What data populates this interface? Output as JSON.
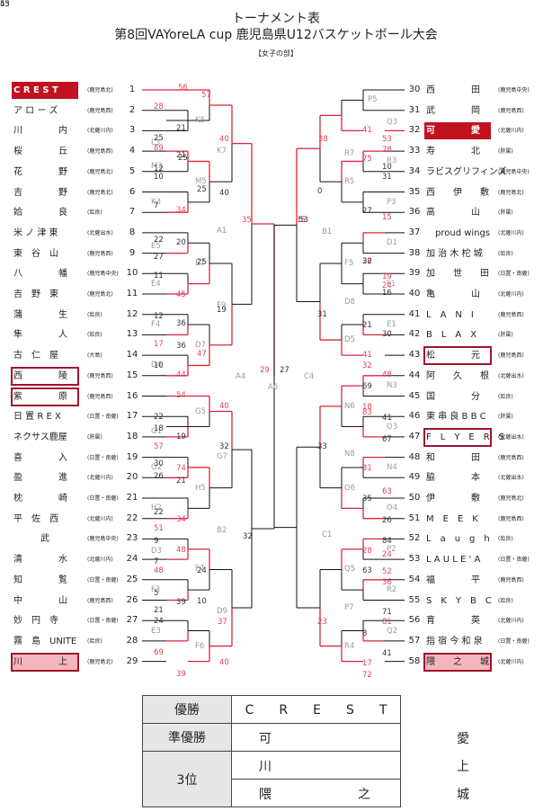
{
  "title": "トーナメント表",
  "subtitle": "第8回VAYoreLA cup 鹿児島県U12バスケットボール大会",
  "division": "【女子の部】",
  "left_teams": [
    {
      "n": 1,
      "name": "C R E S T",
      "region": "(鹿児島北)",
      "style": "hl"
    },
    {
      "n": 2,
      "name": "ア ロ ー ズ",
      "region": "(鹿児島西)"
    },
    {
      "n": 3,
      "name": "川　　　　内",
      "region": "(北薩川内)"
    },
    {
      "n": 4,
      "name": "桜　　　　丘",
      "region": "(鹿児島西)"
    },
    {
      "n": 5,
      "name": "花　　　　野",
      "region": "(鹿児島北)"
    },
    {
      "n": 6,
      "name": "吉　　　　野",
      "region": "(鹿児島北)"
    },
    {
      "n": 7,
      "name": "姶　　　　良",
      "region": "(姶良)"
    },
    {
      "n": 8,
      "name": "米 ノ 津 東",
      "region": "(北薩出水)"
    },
    {
      "n": 9,
      "name": "東　谷　山",
      "region": "(鹿児島西)"
    },
    {
      "n": 10,
      "name": "八　　　　幡",
      "region": "(鹿児島中央)"
    },
    {
      "n": 11,
      "name": "吉　野　東",
      "region": "(鹿児島北)"
    },
    {
      "n": 12,
      "name": "蒲　　　　生",
      "region": "(姶良)"
    },
    {
      "n": 13,
      "name": "隼　　　　人",
      "region": "(姶良)"
    },
    {
      "n": 14,
      "name": "古　仁　屋",
      "region": "(大島)"
    },
    {
      "n": 15,
      "name": "西　　　　陵",
      "region": "(鹿児島西)",
      "style": "bx"
    },
    {
      "n": 16,
      "name": "紫　　　　原",
      "region": "(鹿児島西)",
      "style": "bx"
    },
    {
      "n": 17,
      "name": "日 置 R E X",
      "region": "(日置・南薩)"
    },
    {
      "n": 18,
      "name": "ネクサス鹿屋",
      "region": "(肝属)"
    },
    {
      "n": 19,
      "name": "喜　　　　入",
      "region": "(日置・南薩)"
    },
    {
      "n": 20,
      "name": "盈　　　　進",
      "region": "(北薩川内)"
    },
    {
      "n": 21,
      "name": "枕　　　　崎",
      "region": "(日置・南薩)"
    },
    {
      "n": 22,
      "name": "平　佐　西",
      "region": "(北薩川内)"
    },
    {
      "n": 23,
      "name": "　　　武",
      "region": "(鹿児島中央)"
    },
    {
      "n": 24,
      "name": "清　　　　水",
      "region": "(北薩川内)"
    },
    {
      "n": 25,
      "name": "知　　　　覧",
      "region": "(日置・南薩)"
    },
    {
      "n": 26,
      "name": "中　　　　山",
      "region": "(鹿児島西)"
    },
    {
      "n": 27,
      "name": "妙　円　寺",
      "region": "(日置・南薩)"
    },
    {
      "n": 28,
      "name": "霧　島　UNITE",
      "region": "(姶良)"
    },
    {
      "n": 29,
      "name": "川　　　　上",
      "region": "(鹿児島北)",
      "style": "pk bx"
    }
  ],
  "right_teams": [
    {
      "n": 30,
      "name": "西　　　　田",
      "region": "(鹿児島中央)"
    },
    {
      "n": 31,
      "name": "武　　　　岡",
      "region": "(鹿児島西)"
    },
    {
      "n": 32,
      "name": "可　　　　愛",
      "region": "(北薩川内)",
      "style": "hl"
    },
    {
      "n": 33,
      "name": "寿　　　　北",
      "region": "(肝属)"
    },
    {
      "n": 34,
      "name": "ラビスグリフィンズ",
      "region": "(鹿児島中央)"
    },
    {
      "n": 35,
      "name": "西　　伊　　敷",
      "region": "(鹿児島北)"
    },
    {
      "n": 36,
      "name": "高　　　　山",
      "region": "(肝属)"
    },
    {
      "n": 37,
      "name": "　proud wings",
      "region": "(北薩川内)"
    },
    {
      "n": 38,
      "name": "加 治 木 柁 城",
      "region": "(姶良)"
    },
    {
      "n": 39,
      "name": "加　　世　　田",
      "region": "(日置・南薩)"
    },
    {
      "n": 40,
      "name": "亀　　　　山",
      "region": "(北薩川内)"
    },
    {
      "n": 41,
      "name": "L　A　N　I",
      "region": "(鹿児島西)"
    },
    {
      "n": 42,
      "name": "B　L　A　X",
      "region": "(肝属)"
    },
    {
      "n": 43,
      "name": "松　　　　元",
      "region": "(鹿児島西)",
      "style": "bx"
    },
    {
      "n": 44,
      "name": "阿　　久　　根",
      "region": "(北薩出水)"
    },
    {
      "n": 45,
      "name": "国　　　　分",
      "region": "(姶良)"
    },
    {
      "n": 46,
      "name": "東 串 良 B B C",
      "region": "(肝属)"
    },
    {
      "n": 47,
      "name": "F　L　Y　E　R　S",
      "region": "(北薩出水)",
      "style": "bx"
    },
    {
      "n": 48,
      "name": "和　　　　田",
      "region": "(鹿児島西)"
    },
    {
      "n": 49,
      "name": "脇　　　　本",
      "region": "(北薩出水)"
    },
    {
      "n": 50,
      "name": "伊　　　　敷",
      "region": "(鹿児島北)"
    },
    {
      "n": 51,
      "name": "M　E　E　K",
      "region": "(鹿児島西)"
    },
    {
      "n": 52,
      "name": "L　a　u　g　h",
      "region": "(姶良)"
    },
    {
      "n": 53,
      "name": "L A U L E ' A",
      "region": "(日置・南薩)"
    },
    {
      "n": 54,
      "name": "福　　　　平",
      "region": "(鹿児島西)"
    },
    {
      "n": 55,
      "name": "S　K　Y　B　C",
      "region": "(姶良)"
    },
    {
      "n": 56,
      "name": "育　　　　英",
      "region": "(北薩川内)"
    },
    {
      "n": 57,
      "name": "指 宿 今 和 泉",
      "region": "(日置・南薩)"
    },
    {
      "n": 58,
      "name": "隈　　之　　城",
      "region": "(北薩川内)",
      "style": "pk bx"
    }
  ],
  "match_labels": [
    "K5",
    "L3",
    "K7",
    "M3",
    "M5",
    "K3",
    "A1",
    "E5",
    "E7",
    "E4",
    "F9",
    "F4",
    "D7",
    "D4",
    "A4",
    "G5",
    "G1",
    "G7",
    "G2",
    "H5",
    "H2",
    "B2",
    "D3",
    "F7",
    "F3",
    "D9",
    "E3",
    "F6",
    "A6",
    "C4",
    "P5",
    "Q3",
    "R7",
    "R3",
    "R5",
    "P3",
    "B1",
    "D1",
    "F5",
    "F1",
    "D8",
    "E1",
    "D5",
    "N3",
    "N6",
    "O3",
    "N8",
    "N4",
    "O6",
    "O4",
    "C1",
    "P2",
    "Q5",
    "R2",
    "P7",
    "Q2",
    "R4"
  ],
  "scores": [
    "56",
    "57",
    "28",
    "21",
    "40",
    "25",
    "21",
    "89",
    "25",
    "12",
    "10",
    "25",
    "7",
    "34",
    "40",
    "35",
    "22",
    "20",
    "27",
    "25",
    "11",
    "45",
    "19",
    "12",
    "36",
    "17",
    "36",
    "10",
    "44",
    "47",
    "29",
    "27",
    "54",
    "40",
    "22",
    "19",
    "18",
    "57",
    "32",
    "30",
    "74",
    "26",
    "21",
    "34",
    "22",
    "51",
    "9",
    "48",
    "48",
    "7",
    "24",
    "39",
    "5",
    "21",
    "10",
    "24",
    "69",
    "40",
    "37",
    "39",
    "32",
    "35",
    "38",
    "41",
    "53",
    "78",
    "75",
    "10",
    "31",
    "0",
    "27",
    "15",
    "53",
    "26",
    "32",
    "16",
    "21",
    "30",
    "31",
    "24",
    "19",
    "41",
    "32",
    "48",
    "69",
    "83",
    "18",
    "41",
    "67",
    "33",
    "31",
    "35",
    "63",
    "26",
    "84",
    "28",
    "24",
    "63",
    "52",
    "36",
    "71",
    "81",
    "8",
    "41",
    "17",
    "23",
    "72",
    "45",
    "53"
  ],
  "results": {
    "champion": {
      "label": "優勝",
      "team": "C　　R　　E　　S　　T"
    },
    "runner_up": {
      "label": "準優勝",
      "team": "可",
      "team2": "愛"
    },
    "third": {
      "label": "3位",
      "team_a": "川",
      "team_a2": "上",
      "team_b": "隈",
      "team_b2": "之",
      "team_b3": "城"
    }
  }
}
